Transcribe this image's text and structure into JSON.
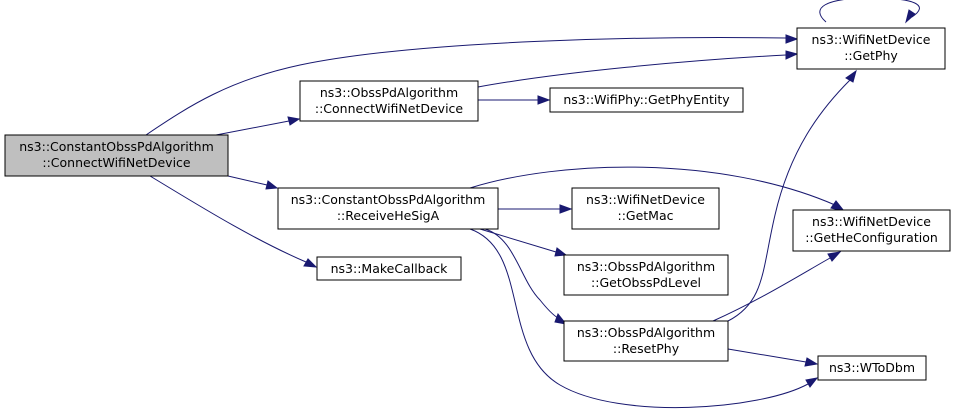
{
  "colors": {
    "edge": "#191970",
    "root_fill": "#bfbfbf",
    "node_fill": "#ffffff",
    "border": "#000000"
  },
  "nodes": {
    "root": {
      "line1": "ns3::ConstantObssPdAlgorithm",
      "line2": "::ConnectWifiNetDevice"
    },
    "obss_connect": {
      "line1": "ns3::ObssPdAlgorithm",
      "line2": "::ConnectWifiNetDevice"
    },
    "receive_he_sig_a": {
      "line1": "ns3::ConstantObssPdAlgorithm",
      "line2": "::ReceiveHeSigA"
    },
    "make_callback": {
      "line1": "ns3::MakeCallback"
    },
    "get_phy_entity": {
      "line1": "ns3::WifiPhy::GetPhyEntity"
    },
    "get_mac": {
      "line1": "ns3::WifiNetDevice",
      "line2": "::GetMac"
    },
    "get_obss_pd_level": {
      "line1": "ns3::ObssPdAlgorithm",
      "line2": "::GetObssPdLevel"
    },
    "reset_phy": {
      "line1": "ns3::ObssPdAlgorithm",
      "line2": "::ResetPhy"
    },
    "get_phy": {
      "line1": "ns3::WifiNetDevice",
      "line2": "::GetPhy"
    },
    "get_he_configuration": {
      "line1": "ns3::WifiNetDevice",
      "line2": "::GetHeConfiguration"
    },
    "w_to_dbm": {
      "line1": "ns3::WToDbm"
    }
  }
}
